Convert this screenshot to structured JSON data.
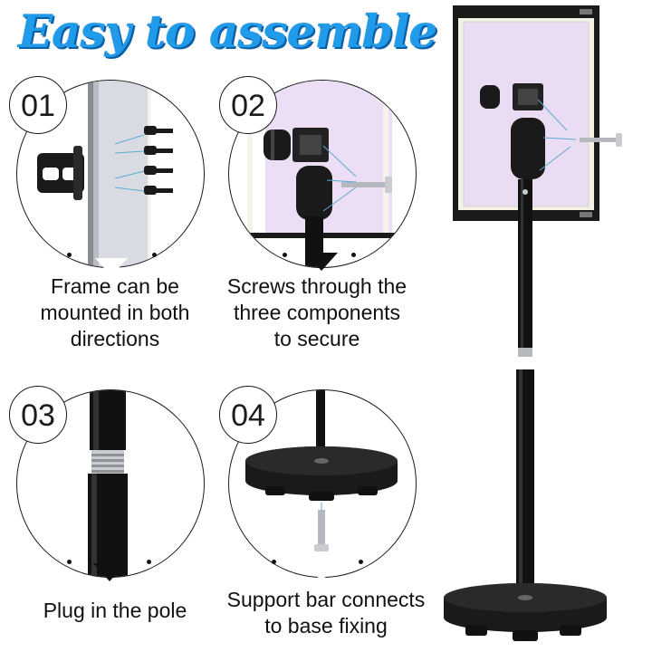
{
  "title": "Easy to assemble",
  "steps": [
    {
      "number": "01",
      "caption_lines": [
        "Frame can be",
        "mounted in both",
        "directions"
      ]
    },
    {
      "number": "02",
      "caption_lines": [
        "Screws through the",
        "three components",
        "to secure"
      ]
    },
    {
      "number": "03",
      "caption_lines": [
        "Plug in the pole"
      ]
    },
    {
      "number": "04",
      "caption_lines": [
        "Support bar connects",
        "to base fixing"
      ]
    }
  ],
  "colors": {
    "title": "#1f9bea",
    "title_shadow": "#0b5fa8",
    "outline": "#1b1b1b",
    "pole": "#111111",
    "frame_face": "#e8dcf2"
  }
}
